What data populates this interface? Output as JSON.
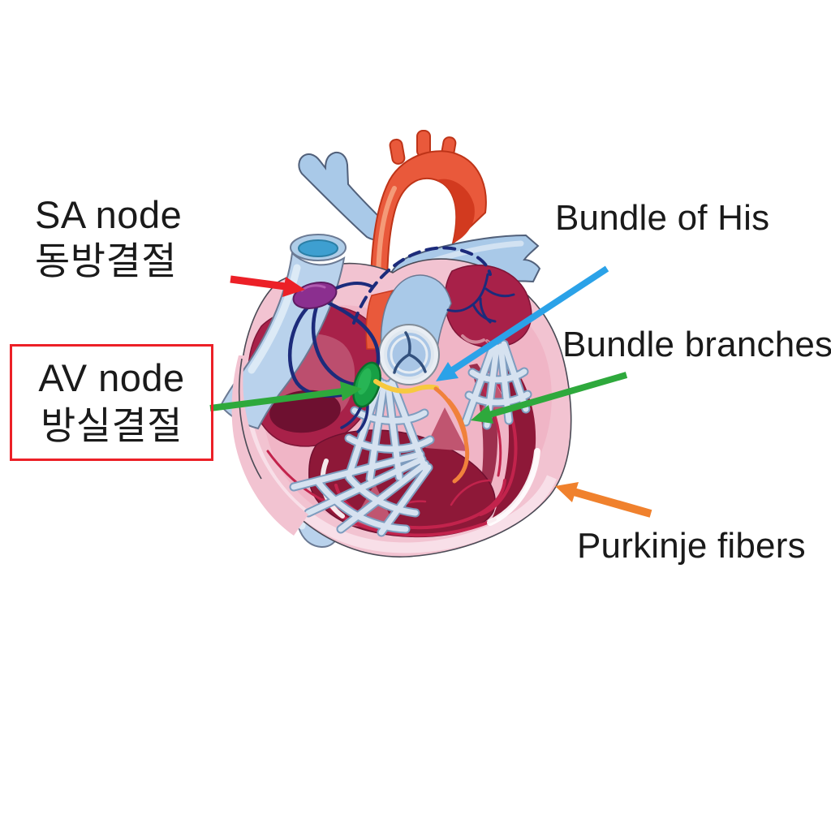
{
  "labels": {
    "sa_node_en": "SA node",
    "sa_node_ko": "동방결절",
    "av_node_en": "AV node",
    "av_node_ko": "방실결절",
    "bundle_of_his": "Bundle of His",
    "bundle_branches": "Bundle branches",
    "purkinje_fibers": "Purkinje fibers"
  },
  "colors": {
    "arrow_red": "#ec2027",
    "arrow_green": "#2ea93c",
    "arrow_blue": "#2ba2e8",
    "arrow_orange": "#f0812d",
    "av_box_border": "#ec2027",
    "sa_node_fill": "#8b2f8f",
    "av_node_fill": "#17a045",
    "bundle_of_his_line": "#f7c93f",
    "bundle_branch_line": "#f0813c",
    "conduction_navy": "#1c2b7b",
    "aorta_red": "#e9593b",
    "vessel_blue": "#a9c9e8",
    "heart_wall_pink": "#f2c3d1",
    "chamber_crimson": "#a82149",
    "text": "#1a1a1a"
  }
}
